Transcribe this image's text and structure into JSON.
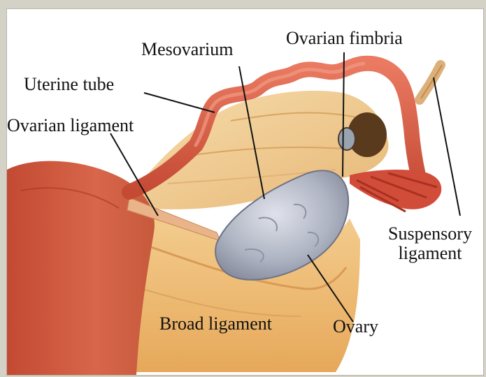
{
  "labels": {
    "mesovarium": "Mesovarium",
    "ovarian_fimbria": "Ovarian fimbria",
    "uterine_tube": "Uterine tube",
    "ovarian_ligament": "Ovarian ligament",
    "suspensory_line1": "Suspensory",
    "suspensory_line2": "ligament",
    "broad_ligament": "Broad ligament",
    "ovary": "Ovary"
  }
}
